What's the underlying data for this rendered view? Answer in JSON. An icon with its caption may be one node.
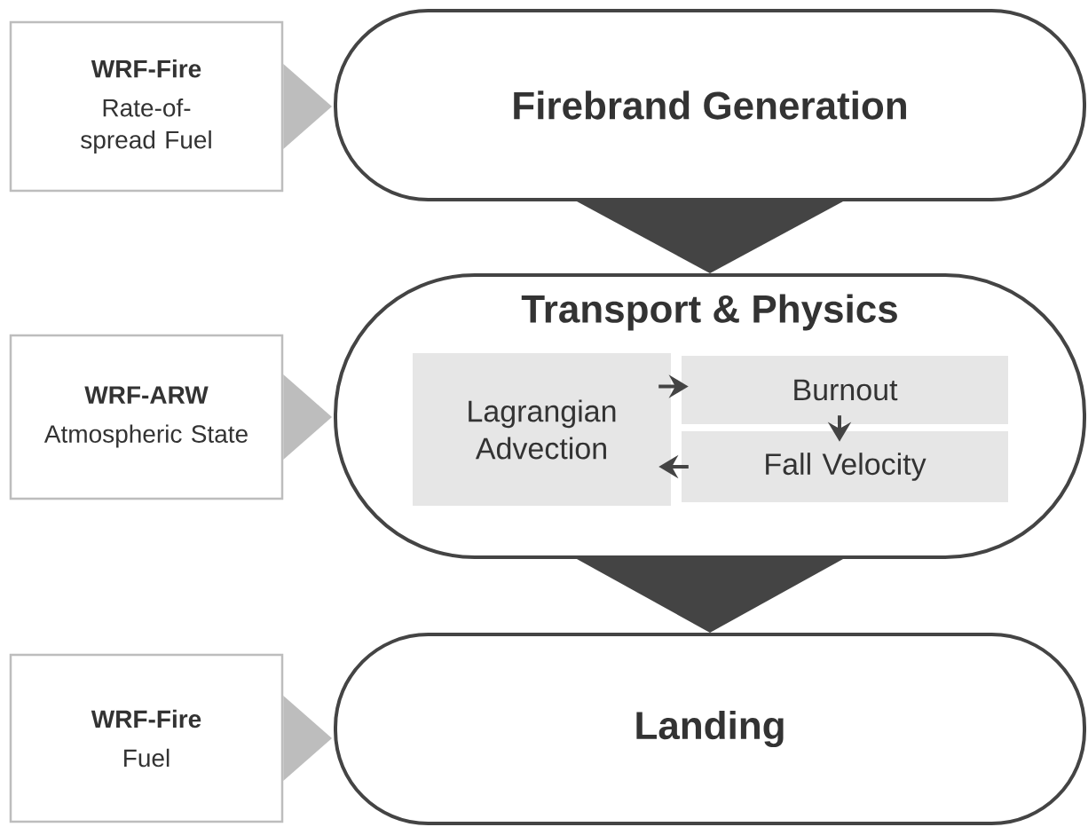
{
  "diagram": {
    "nodes": [
      {
        "text": [
          "WRF-Fire",
          "Rate-of-spread Fuel"
        ]
      },
      {
        "text": [
          "Firebrand Generation"
        ]
      },
      {
        "text": [
          "WRF-ARW",
          "Atmospheric State"
        ]
      },
      {
        "text": [
          "Transport & Physics"
        ]
      },
      {
        "text": [
          "Lagrangian Advection"
        ],
        "in": 3
      },
      {
        "text": [
          "Burnout"
        ],
        "in": 3
      },
      {
        "text": [
          "Fall Velocity"
        ],
        "in": 3
      },
      {
        "text": [
          "WRF-Fire",
          "Fuel"
        ]
      },
      {
        "text": [
          "Landing"
        ]
      }
    ],
    "edges": [
      {
        "from": 0,
        "to": 1,
        "arrow": "to",
        "color": "#bdbdbd"
      },
      {
        "from": 1,
        "to": 3,
        "arrow": "to",
        "style": "thick"
      },
      {
        "from": 2,
        "to": 3,
        "arrow": "to",
        "color": "#bdbdbd"
      },
      {
        "from": 3,
        "to": 8,
        "arrow": "to",
        "style": "thick"
      },
      {
        "from": 7,
        "to": 8,
        "arrow": "to",
        "color": "#bdbdbd"
      },
      {
        "from": 4,
        "to": 5,
        "arrow": "to"
      },
      {
        "from": 5,
        "to": 6,
        "arrow": "to"
      },
      {
        "from": 6,
        "to": 4,
        "arrow": "to"
      }
    ]
  }
}
